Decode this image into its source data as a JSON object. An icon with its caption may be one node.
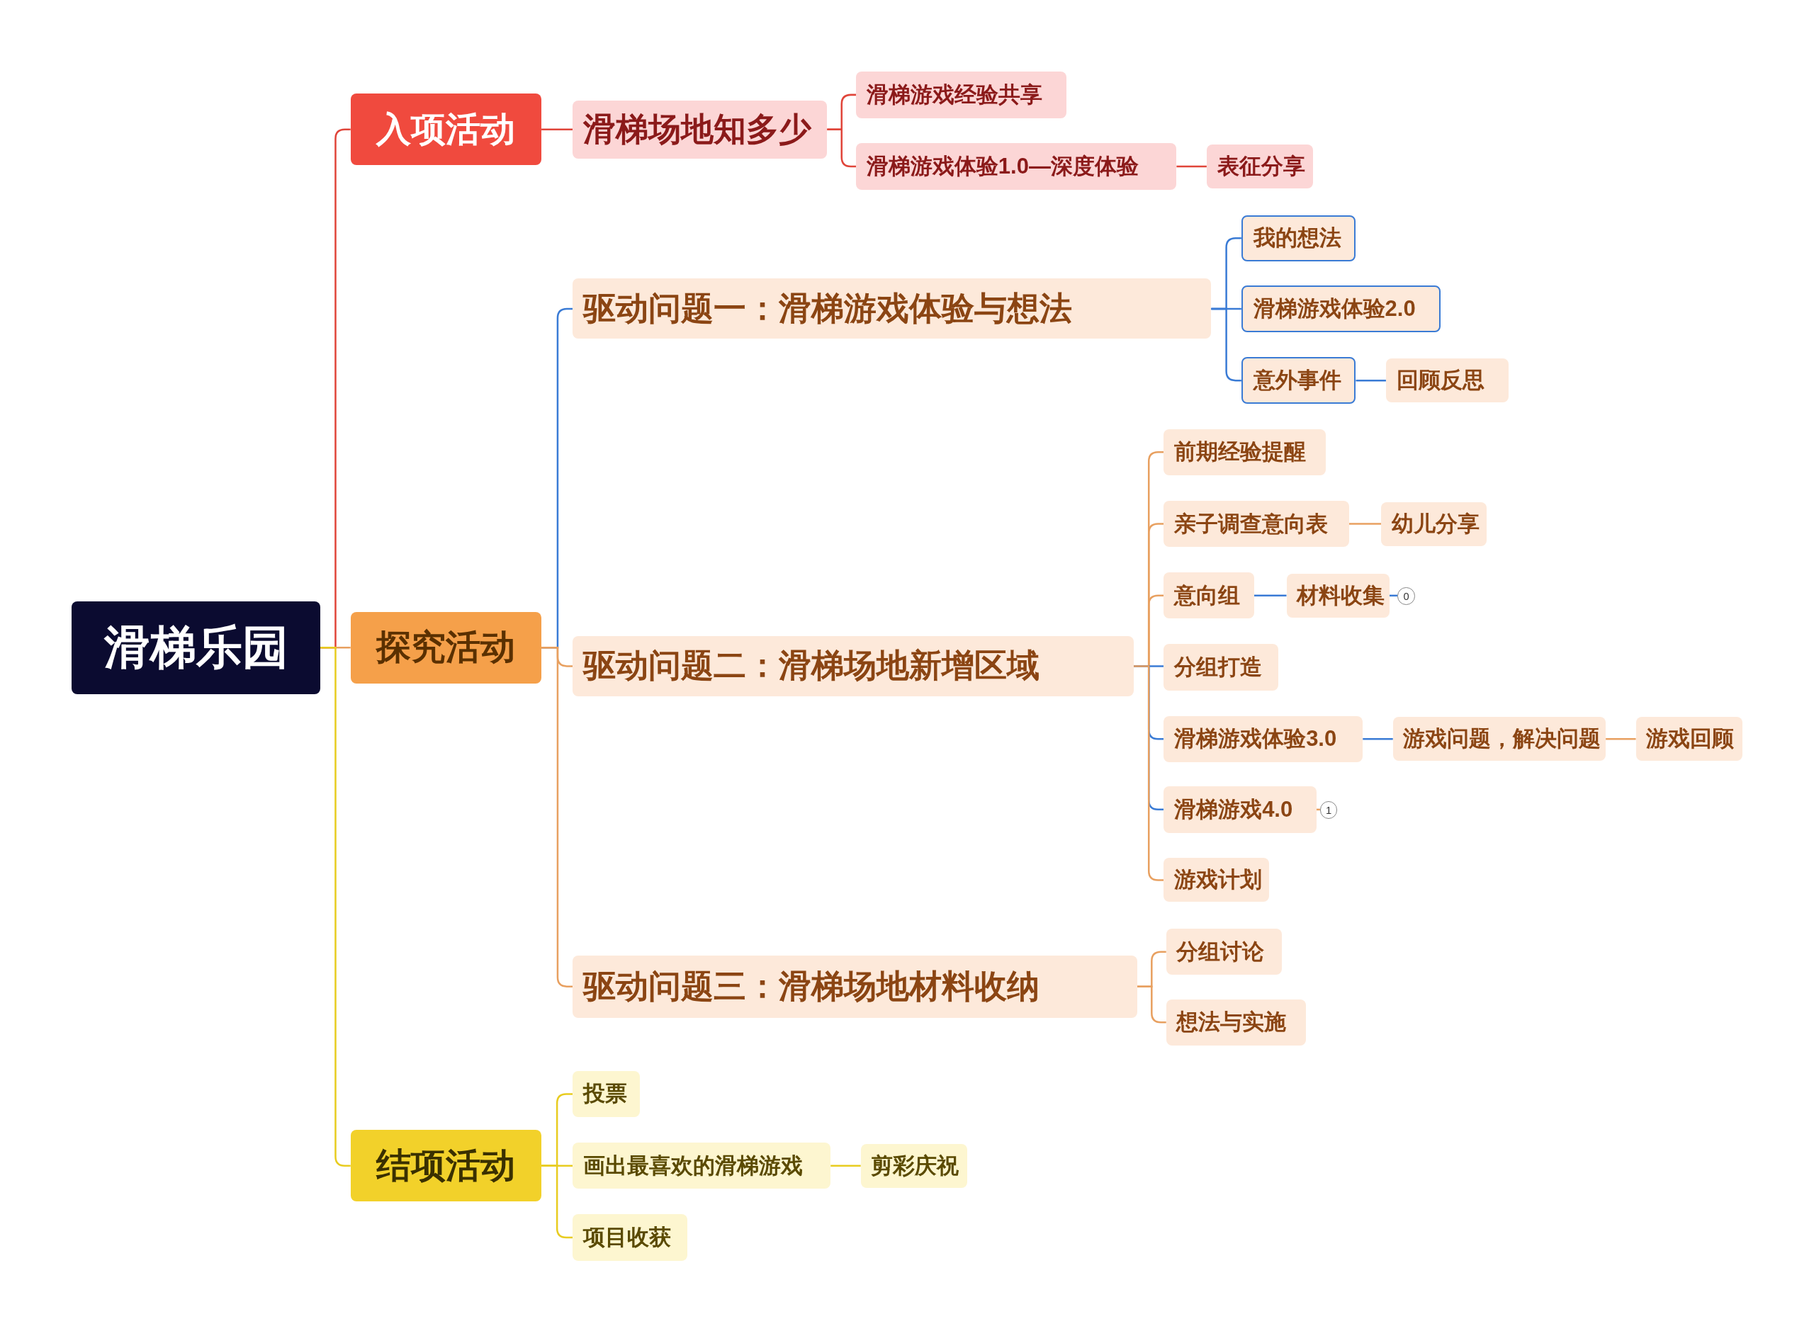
{
  "diagram": {
    "nodes": [
      {
        "text": [
          "滑梯乐园"
        ]
      },
      {
        "text": [
          "入项活动"
        ]
      },
      {
        "text": [
          "滑梯场地知多少"
        ]
      },
      {
        "text": [
          "滑梯游戏经验共享"
        ]
      },
      {
        "text": [
          "滑梯游戏体验1.0—深度体验"
        ]
      },
      {
        "text": [
          "表征分享"
        ]
      },
      {
        "text": [
          "探究活动"
        ]
      },
      {
        "text": [
          "驱动问题一：滑梯游戏体验与想法"
        ]
      },
      {
        "text": [
          "我的想法"
        ]
      },
      {
        "text": [
          "滑梯游戏体验2.0"
        ]
      },
      {
        "text": [
          "意外事件"
        ]
      },
      {
        "text": [
          "回顾反思"
        ]
      },
      {
        "text": [
          "驱动问题二：滑梯场地新增区域"
        ]
      },
      {
        "text": [
          "前期经验提醒"
        ]
      },
      {
        "text": [
          "亲子调查意向表"
        ]
      },
      {
        "text": [
          "幼儿分享"
        ]
      },
      {
        "text": [
          "意向组"
        ]
      },
      {
        "text": [
          "材料收集"
        ]
      },
      {
        "text": [
          "0"
        ]
      },
      {
        "text": [
          "分组打造"
        ]
      },
      {
        "text": [
          "滑梯游戏体验3.0"
        ]
      },
      {
        "text": [
          "游戏问题，解决问题"
        ]
      },
      {
        "text": [
          "游戏回顾"
        ]
      },
      {
        "text": [
          "滑梯游戏4.0"
        ]
      },
      {
        "text": [
          "1"
        ]
      },
      {
        "text": [
          "游戏计划"
        ]
      },
      {
        "text": [
          "驱动问题三：滑梯场地材料收纳"
        ]
      },
      {
        "text": [
          "分组讨论"
        ]
      },
      {
        "text": [
          "想法与实施"
        ]
      },
      {
        "text": [
          "结项活动"
        ]
      },
      {
        "text": [
          "投票"
        ]
      },
      {
        "text": [
          "画出最喜欢的滑梯游戏"
        ]
      },
      {
        "text": [
          "剪彩庆祝"
        ]
      },
      {
        "text": [
          "项目收获"
        ]
      }
    ],
    "edges": [
      {
        "from": 0,
        "to": 1,
        "arrow": "none",
        "color": "#e0453a"
      },
      {
        "from": 0,
        "to": 6,
        "arrow": "none"
      },
      {
        "from": 0,
        "to": 29,
        "arrow": "none",
        "color": "#e8cc20"
      },
      {
        "from": 1,
        "to": 2,
        "arrow": "none",
        "color": "#e0453a"
      },
      {
        "from": 2,
        "to": 3,
        "arrow": "none",
        "color": "#e0453a"
      },
      {
        "from": 2,
        "to": 4,
        "arrow": "none",
        "color": "#e0453a"
      },
      {
        "from": 4,
        "to": 5,
        "arrow": "none",
        "color": "#e0453a"
      },
      {
        "from": 6,
        "to": 7,
        "arrow": "none",
        "color": "#3a7bd5"
      },
      {
        "from": 7,
        "to": 8,
        "arrow": "none",
        "color": "#3a7bd5"
      },
      {
        "from": 7,
        "to": 9,
        "arrow": "none",
        "color": "#3a7bd5"
      },
      {
        "from": 7,
        "to": 10,
        "arrow": "none",
        "color": "#3a7bd5"
      },
      {
        "from": 10,
        "to": 11,
        "arrow": "none",
        "color": "#3a7bd5"
      },
      {
        "from": 6,
        "to": 12,
        "arrow": "none"
      },
      {
        "from": 12,
        "to": 13,
        "arrow": "none"
      },
      {
        "from": 12,
        "to": 14,
        "arrow": "none"
      },
      {
        "from": 14,
        "to": 15,
        "arrow": "none"
      },
      {
        "from": 12,
        "to": 16,
        "arrow": "none"
      },
      {
        "from": 16,
        "to": 17,
        "arrow": "none",
        "color": "#3a7bd5"
      },
      {
        "from": 17,
        "to": 18,
        "arrow": "none",
        "color": "#3a7bd5"
      },
      {
        "from": 12,
        "to": 19,
        "arrow": "none",
        "color": "#3a7bd5"
      },
      {
        "from": 12,
        "to": 20,
        "arrow": "none",
        "color": "#3a7bd5"
      },
      {
        "from": 20,
        "to": 21,
        "arrow": "none",
        "color": "#3a7bd5"
      },
      {
        "from": 21,
        "to": 22,
        "arrow": "none"
      },
      {
        "from": 12,
        "to": 23,
        "arrow": "none",
        "color": "#3a7bd5"
      },
      {
        "from": 23,
        "to": 24,
        "arrow": "none"
      },
      {
        "from": 12,
        "to": 25,
        "arrow": "none"
      },
      {
        "from": 6,
        "to": 26,
        "arrow": "none"
      },
      {
        "from": 26,
        "to": 27,
        "arrow": "none"
      },
      {
        "from": 26,
        "to": 28,
        "arrow": "none"
      },
      {
        "from": 29,
        "to": 30,
        "arrow": "none",
        "color": "#e8cc20"
      },
      {
        "from": 29,
        "to": 31,
        "arrow": "none",
        "color": "#e8cc20"
      },
      {
        "from": 31,
        "to": 32,
        "arrow": "none",
        "color": "#e8cc20"
      },
      {
        "from": 29,
        "to": 33,
        "arrow": "none",
        "color": "#e8cc20"
      }
    ]
  }
}
